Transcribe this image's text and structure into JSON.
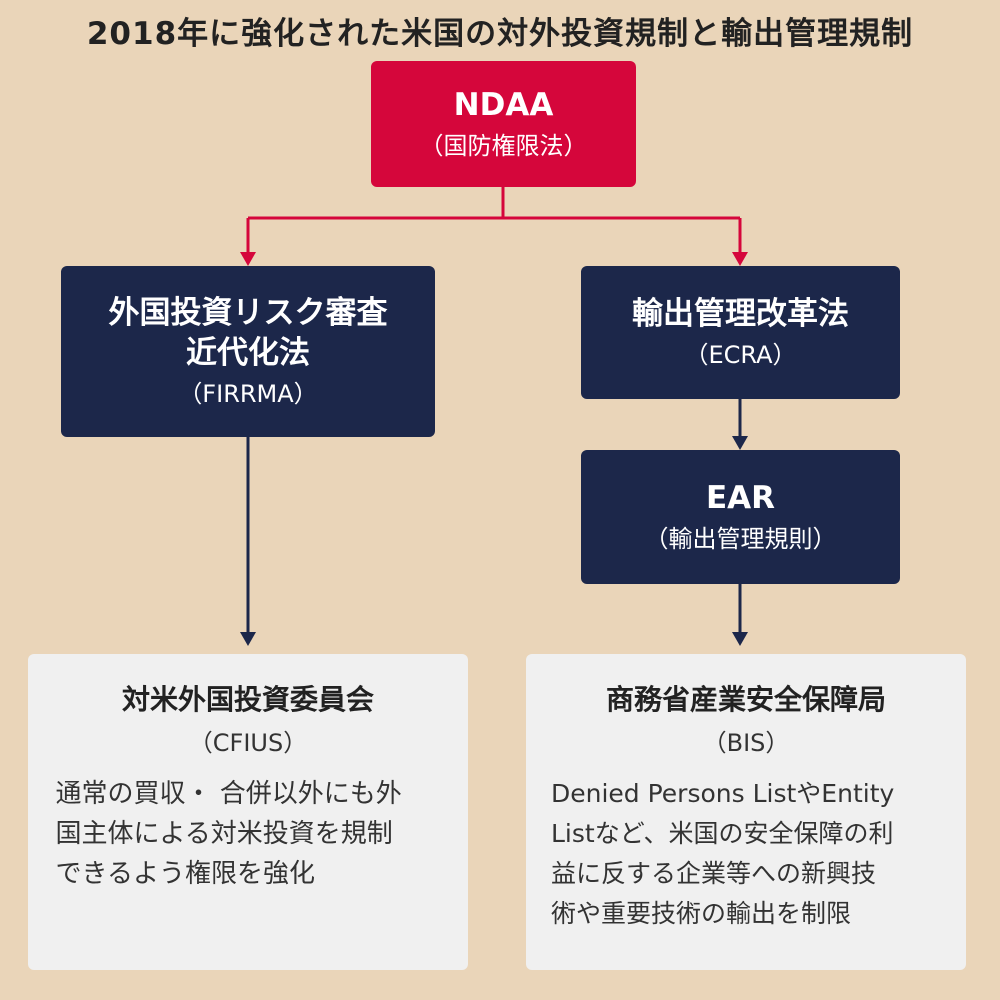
{
  "title": "2018年に強化された米国の対外投資規制と輸出管理規制",
  "ndaa": {
    "name": "NDAA",
    "sub": "（国防権限法）"
  },
  "firrma": {
    "name": "外国投資リスク審査\n近代化法",
    "sub": "（FIRRMA）"
  },
  "ecra": {
    "name": "輸出管理改革法",
    "sub": "（ECRA）"
  },
  "ear": {
    "name": "EAR",
    "sub": "（輸出管理規則）"
  },
  "cfius": {
    "name": "対米外国投資委員会",
    "sub": "（CFIUS）",
    "desc": "通常の買収・ 合併以外にも外\n国主体による対米投資を規制\nできるよう権限を強化"
  },
  "bis": {
    "name": "商務省産業安全保障局",
    "sub": "（BIS）",
    "desc": "Denied Persons ListやEntity\nListなど、米国の安全保障の利\n益に反する企業等への新興技\n術や重要技術の輸出を制限"
  },
  "colors": {
    "red": "#d5063b",
    "navy": "#1c274a",
    "background": "#ead5b9",
    "panel": "#f0f0f0"
  }
}
